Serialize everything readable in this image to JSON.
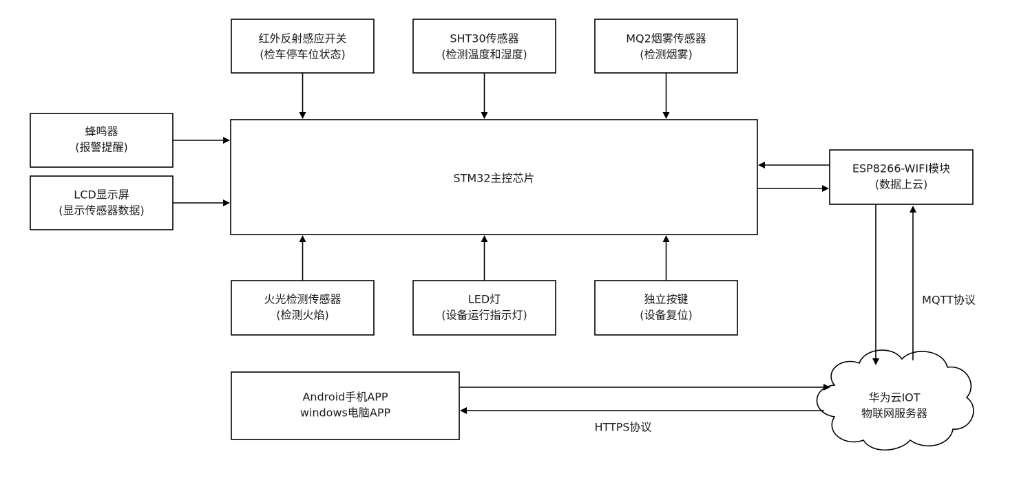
{
  "nodes": {
    "ir_switch": {
      "line1": "红外反射感应开关",
      "line2": "(检车停车位状态)"
    },
    "sht30": {
      "line1": "SHT30传感器",
      "line2": "(检测温度和湿度)"
    },
    "mq2": {
      "line1": "MQ2烟雾传感器",
      "line2": "(检测烟雾)"
    },
    "buzzer": {
      "line1": "蜂鸣器",
      "line2": "(报警提醒)"
    },
    "lcd": {
      "line1": "LCD显示屏",
      "line2": "(显示传感器数据)"
    },
    "stm32": {
      "line1": "STM32主控芯片"
    },
    "esp8266": {
      "line1": "ESP8266-WIFI模块",
      "line2": "(数据上云)"
    },
    "flame": {
      "line1": "火光检测传感器",
      "line2": "(检测火焰)"
    },
    "led": {
      "line1": "LED灯",
      "line2": "(设备运行指示灯)"
    },
    "key": {
      "line1": "独立按键",
      "line2": "(设备复位)"
    },
    "app": {
      "line1": "Android手机APP",
      "line2": "windows电脑APP"
    },
    "cloud": {
      "line1": "华为云IOT",
      "line2": "物联网服务器"
    }
  },
  "edge_labels": {
    "mqtt": "MQTT协议",
    "https": "HTTPS协议"
  }
}
